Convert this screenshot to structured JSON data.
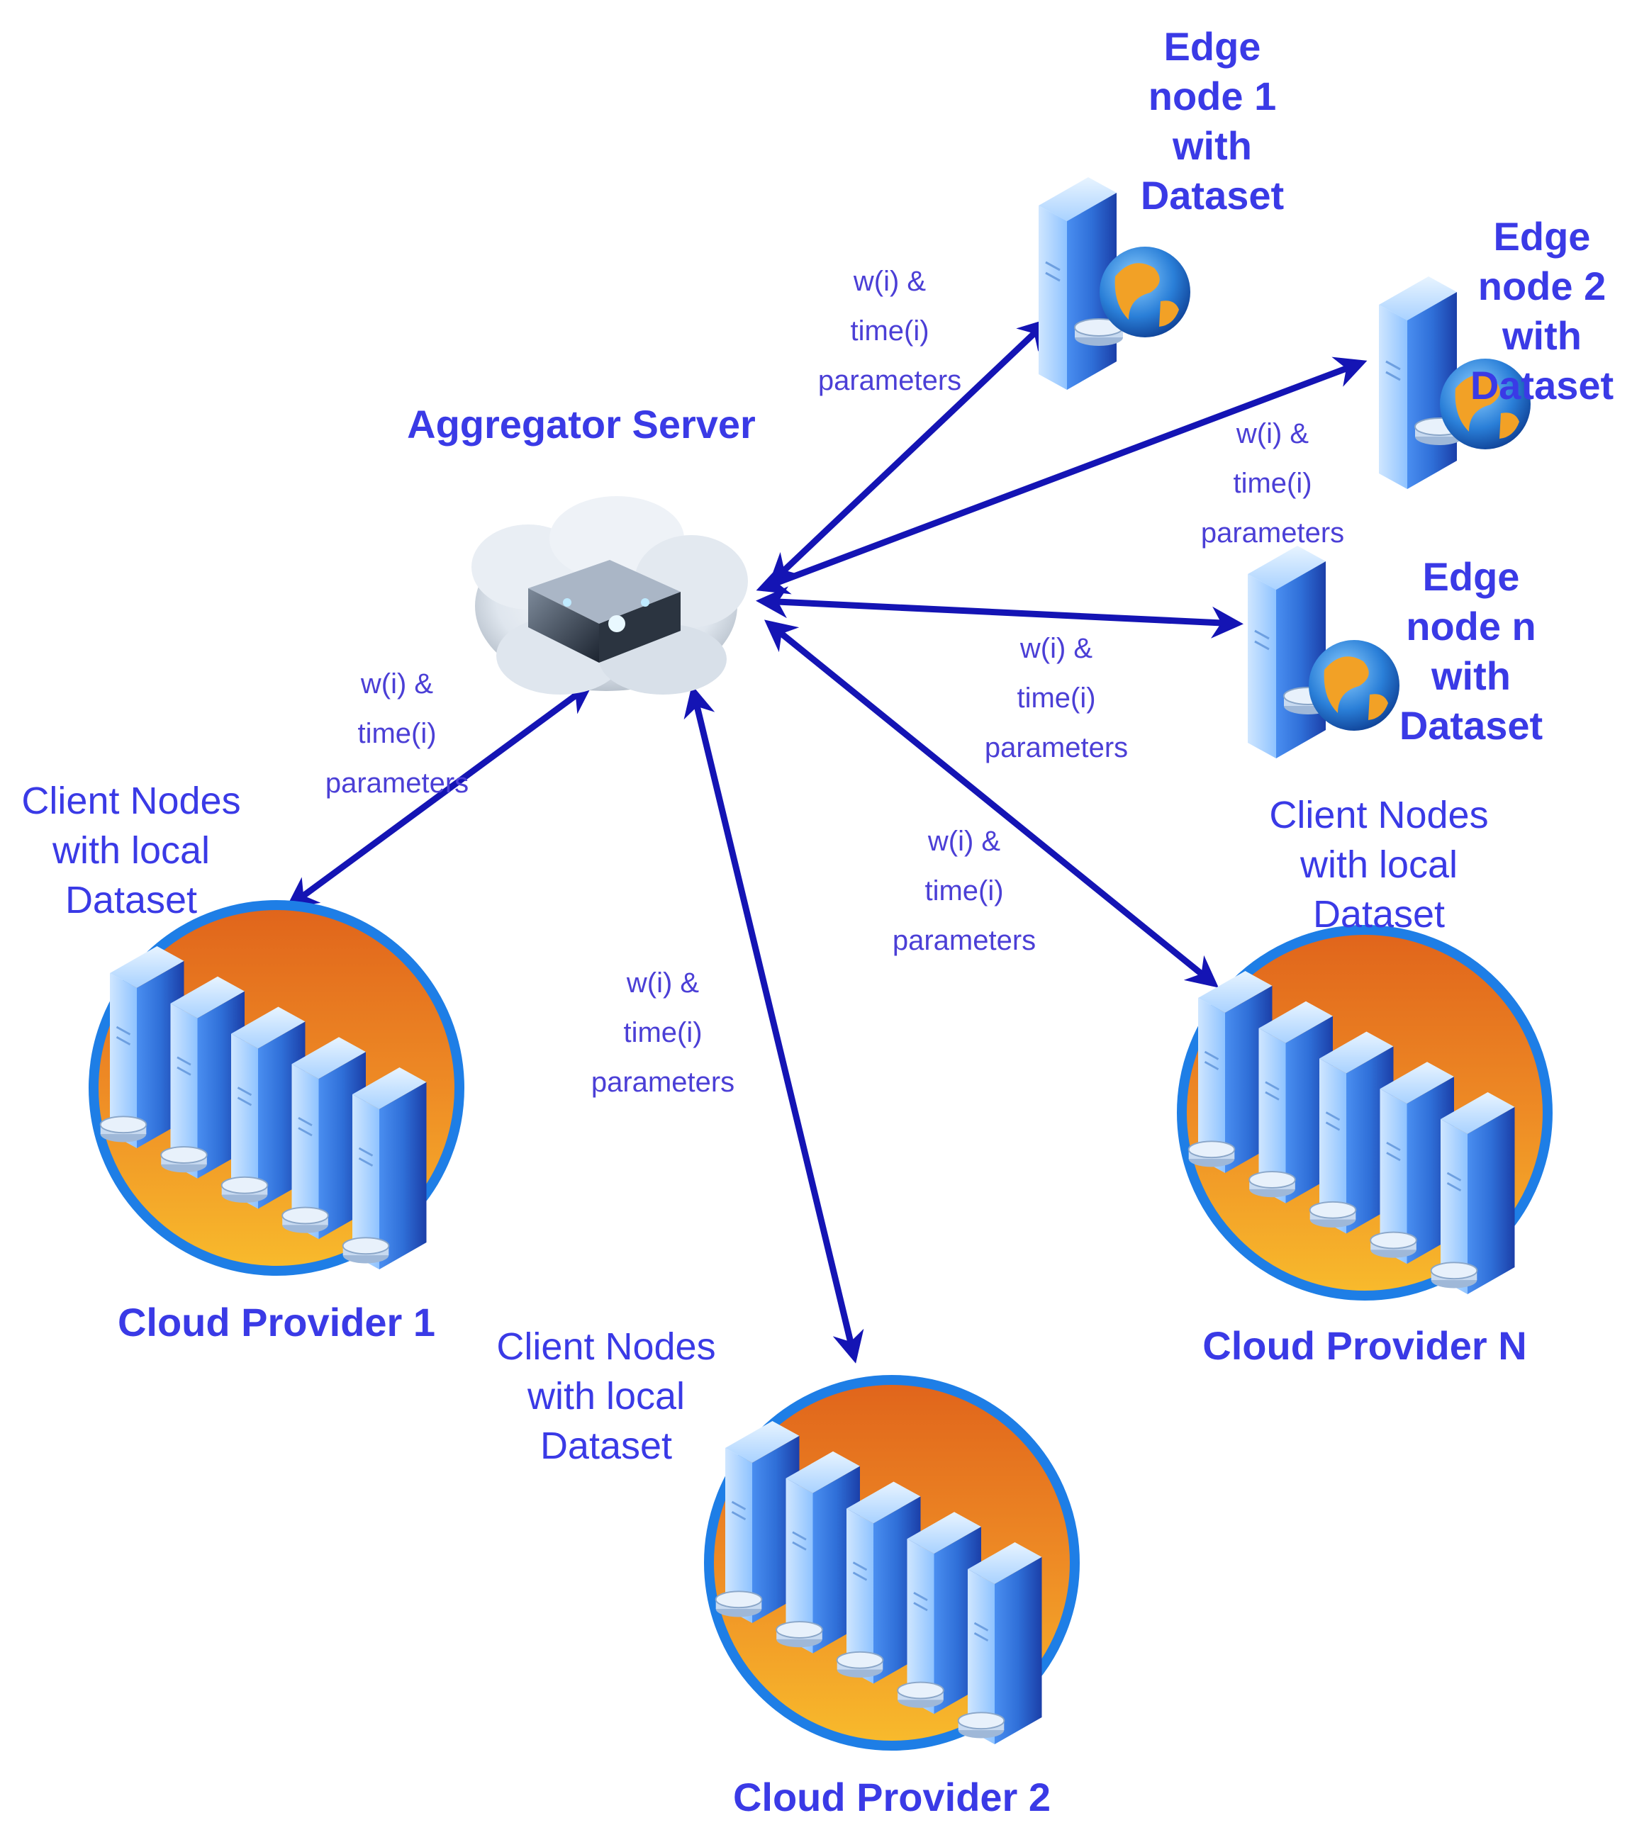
{
  "aggregator": {
    "label": "Aggregator Server"
  },
  "edge_nodes": [
    {
      "lines": [
        "Edge",
        "node 1",
        "with",
        "Dataset"
      ]
    },
    {
      "lines": [
        "Edge",
        "node 2",
        "with",
        "Dataset"
      ]
    },
    {
      "lines": [
        "Edge",
        "node n",
        "with",
        "Dataset"
      ]
    }
  ],
  "clouds": [
    {
      "name": "Cloud Provider 1",
      "client_lines": [
        "Client Nodes",
        "with local",
        "Dataset"
      ]
    },
    {
      "name": "Cloud Provider 2",
      "client_lines": [
        "Client Nodes",
        "with local",
        "Dataset"
      ]
    },
    {
      "name": "Cloud Provider N",
      "client_lines": [
        "Client Nodes",
        "with local",
        "Dataset"
      ]
    }
  ],
  "edge_label_lines": [
    "w(i) &",
    "time(i)",
    "parameters"
  ],
  "colors": {
    "arrow": "#1414b4",
    "text": "#3a3ae6",
    "disc_border": "#1e7ee6",
    "disc_orange": "#e5731f",
    "disc_yellow": "#f7b52a",
    "server_blue": "#2a6fd6"
  }
}
